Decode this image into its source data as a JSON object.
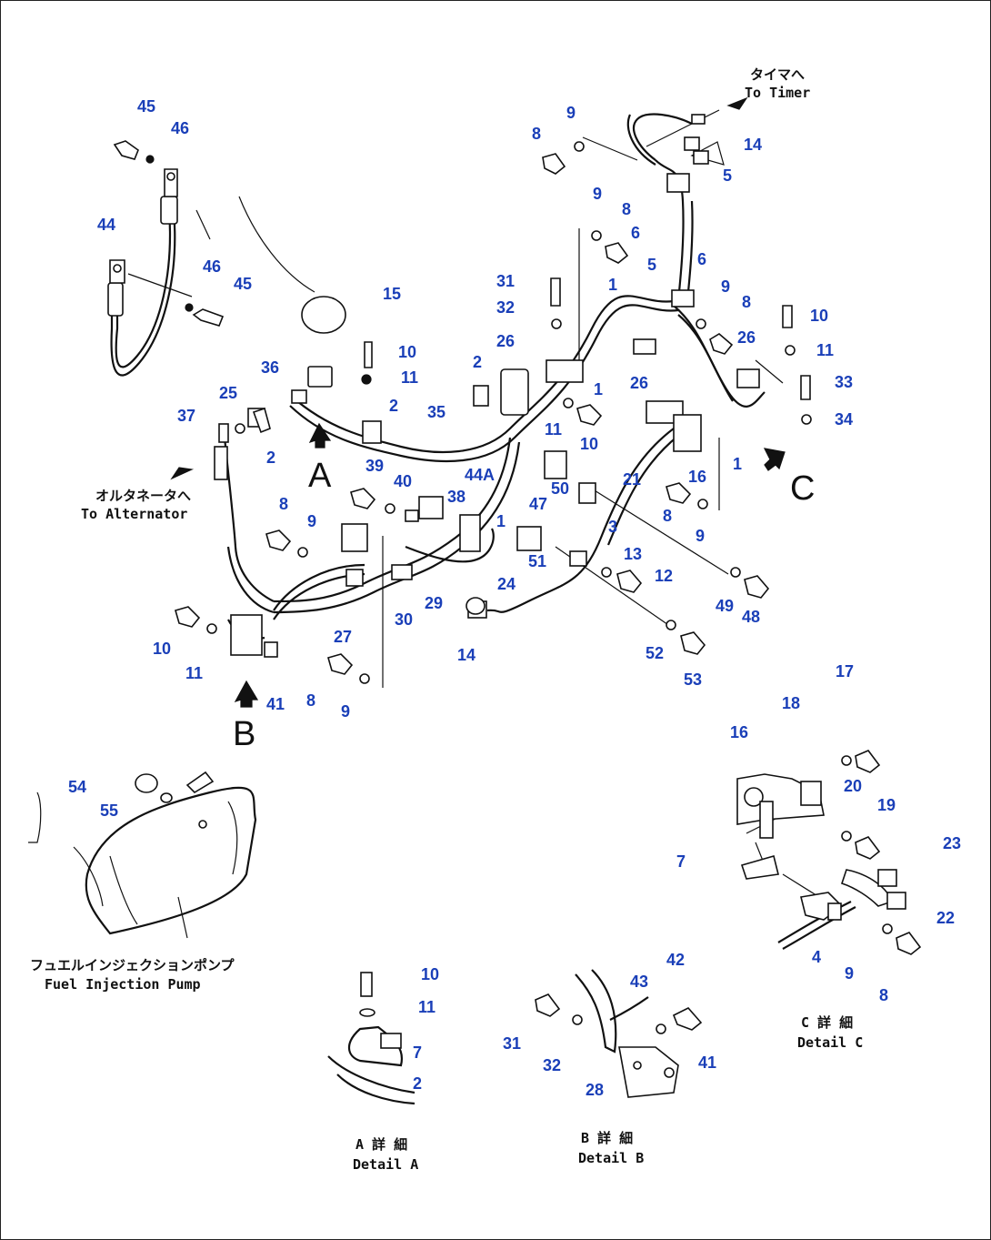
{
  "captions": {
    "to_timer_jp": "タイマへ",
    "to_timer_en": "To Timer",
    "to_alt_jp": "オルタネータへ",
    "to_alt_en": "To Alternator",
    "fuel_jp": "フュエルインジェクションポンプ",
    "fuel_en": "Fuel Injection Pump",
    "detail_a_jp": "A 詳 細",
    "detail_a_en": "Detail A",
    "detail_b_jp": "B 詳 細",
    "detail_b_en": "Detail B",
    "detail_c_jp": "C 詳 細",
    "detail_c_en": "Detail C"
  },
  "view_letters": {
    "a": "A",
    "b": "B",
    "c": "C"
  },
  "callouts": [
    "45",
    "46",
    "44",
    "46",
    "45",
    "15",
    "10",
    "11",
    "36",
    "25",
    "37",
    "2",
    "2",
    "8",
    "9",
    "10",
    "11",
    "41",
    "8",
    "9",
    "39",
    "40",
    "38",
    "44A",
    "47",
    "1",
    "24",
    "27",
    "30",
    "29",
    "14",
    "31",
    "32",
    "26",
    "2",
    "35",
    "1",
    "11",
    "10",
    "50",
    "51",
    "9",
    "8",
    "14",
    "5",
    "9",
    "8",
    "6",
    "5",
    "6",
    "1",
    "9",
    "8",
    "26",
    "26",
    "10",
    "11",
    "33",
    "34",
    "16",
    "1",
    "21",
    "3",
    "8",
    "9",
    "13",
    "12",
    "49",
    "48",
    "52",
    "53",
    "17",
    "18",
    "16",
    "20",
    "19",
    "7",
    "23",
    "22",
    "4",
    "9",
    "8",
    "54",
    "55",
    "10",
    "11",
    "7",
    "2",
    "42",
    "43",
    "31",
    "32",
    "28",
    "41"
  ]
}
